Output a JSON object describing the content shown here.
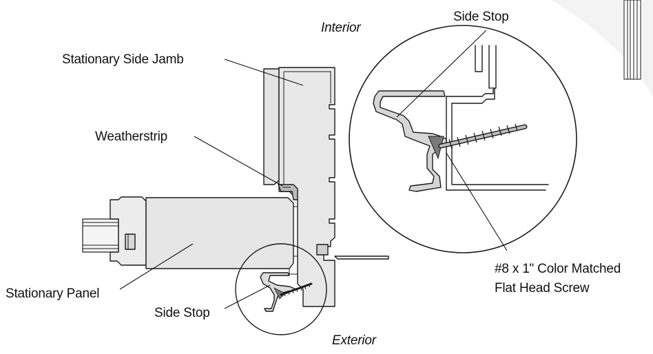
{
  "colors": {
    "panel_fill": "#e6e6e6",
    "jamb_fill": "#e8e8e8",
    "stop_fill": "#dcdcdc",
    "screw_fill": "#7a7a7a",
    "bg_swoosh": "#f2f2f2",
    "outline": "#1a1a1a"
  },
  "labels": {
    "interior": "Interior",
    "exterior": "Exterior",
    "stationary_side_jamb": "Stationary Side Jamb",
    "weatherstrip": "Weatherstrip",
    "stationary_panel": "Stationary Panel",
    "side_stop_small": "Side Stop",
    "side_stop_detail": "Side Stop",
    "screw_line1": "#8 x 1\" Color Matched",
    "screw_line2": "Flat Head Screw"
  }
}
